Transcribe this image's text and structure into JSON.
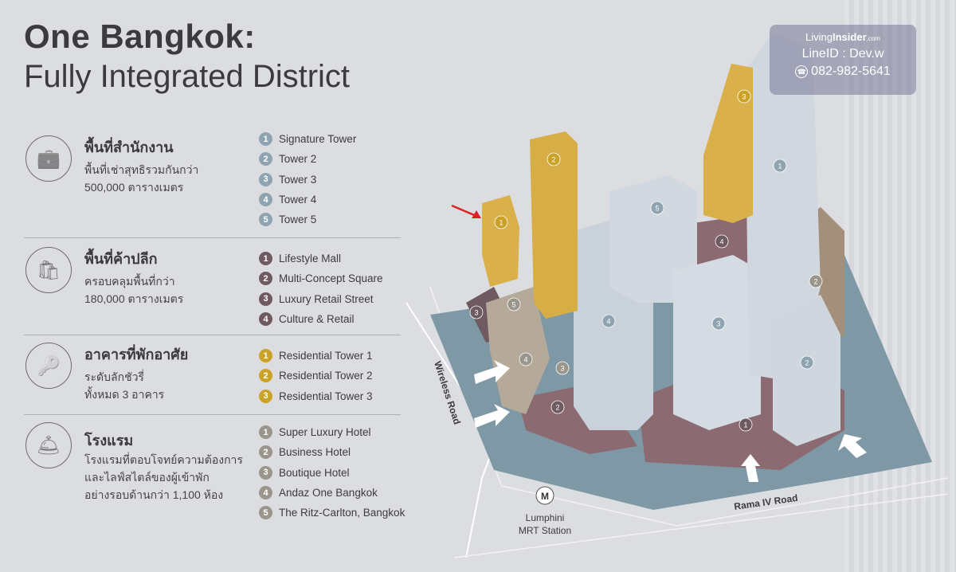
{
  "header": {
    "title_line1": "One Bangkok:",
    "title_line2": "Fully Integrated District"
  },
  "colors": {
    "office": "#8fa4b0",
    "retail": "#6e5a60",
    "residential": "#c9a227",
    "hotel": "#9a968c"
  },
  "sections": [
    {
      "icon": "briefcase-icon",
      "title": "พื้นที่สำนักงาน",
      "desc": "พื้นที่เช่าสุทธิรวมกันกว่า\n500,000 ตารางเมตร",
      "category": "office",
      "items": [
        {
          "n": "1",
          "label": "Signature Tower"
        },
        {
          "n": "2",
          "label": "Tower 2"
        },
        {
          "n": "3",
          "label": "Tower 3"
        },
        {
          "n": "4",
          "label": "Tower 4"
        },
        {
          "n": "5",
          "label": "Tower 5"
        }
      ]
    },
    {
      "icon": "shopping-bags-icon",
      "title": "พื้นที่ค้าปลีก",
      "desc": "ครอบคลุมพื้นที่กว่า\n180,000 ตารางเมตร",
      "category": "retail",
      "items": [
        {
          "n": "1",
          "label": "Lifestyle Mall"
        },
        {
          "n": "2",
          "label": "Multi-Concept Square"
        },
        {
          "n": "3",
          "label": "Luxury Retail Street"
        },
        {
          "n": "4",
          "label": "Culture & Retail"
        }
      ]
    },
    {
      "icon": "keys-icon",
      "title": "อาคารที่พักอาศัย",
      "desc": "ระดับลักชัวรี่\nทั้งหมด 3 อาคาร",
      "category": "residential",
      "items": [
        {
          "n": "1",
          "label": "Residential Tower 1"
        },
        {
          "n": "2",
          "label": "Residential Tower 2"
        },
        {
          "n": "3",
          "label": "Residential Tower 3"
        }
      ]
    },
    {
      "icon": "luggage-cart-icon",
      "title": "โรงแรม",
      "desc": "โรงแรมที่ตอบโจทย์ความต้องการ\nและไลฟ์สไตล์ของผู้เข้าพัก\nอย่างรอบด้านกว่า 1,100 ห้อง",
      "category": "hotel",
      "items": [
        {
          "n": "1",
          "label": "Super Luxury Hotel"
        },
        {
          "n": "2",
          "label": "Business Hotel"
        },
        {
          "n": "3",
          "label": "Boutique Hotel"
        },
        {
          "n": "4",
          "label": "Andaz One Bangkok"
        },
        {
          "n": "5",
          "label": "The Ritz-Carlton, Bangkok"
        }
      ]
    }
  ],
  "map": {
    "roads": {
      "wireless": "Wireless Road",
      "rama": "Rama IV Road",
      "mrt_line1": "Lumphini",
      "mrt_line2": "MRT Station",
      "mrt_icon": "M"
    },
    "markers": [
      {
        "n": "1",
        "category": "residential"
      },
      {
        "n": "2",
        "category": "residential"
      },
      {
        "n": "3",
        "category": "residential"
      },
      {
        "n": "1",
        "category": "office"
      },
      {
        "n": "5",
        "category": "office"
      },
      {
        "n": "4",
        "category": "office"
      },
      {
        "n": "3",
        "category": "office"
      },
      {
        "n": "2",
        "category": "office"
      },
      {
        "n": "4",
        "category": "retail"
      },
      {
        "n": "3",
        "category": "retail"
      },
      {
        "n": "2",
        "category": "retail"
      },
      {
        "n": "1",
        "category": "retail"
      },
      {
        "n": "5",
        "category": "hotel"
      },
      {
        "n": "4",
        "category": "hotel"
      },
      {
        "n": "3",
        "category": "hotel"
      },
      {
        "n": "2",
        "category": "hotel"
      }
    ]
  },
  "watermark": {
    "brand_light": "Living",
    "brand_bold": "Insider",
    "brand_suffix": ".com",
    "line_id": "LineID : Dev.w",
    "phone": "082-982-5641"
  }
}
